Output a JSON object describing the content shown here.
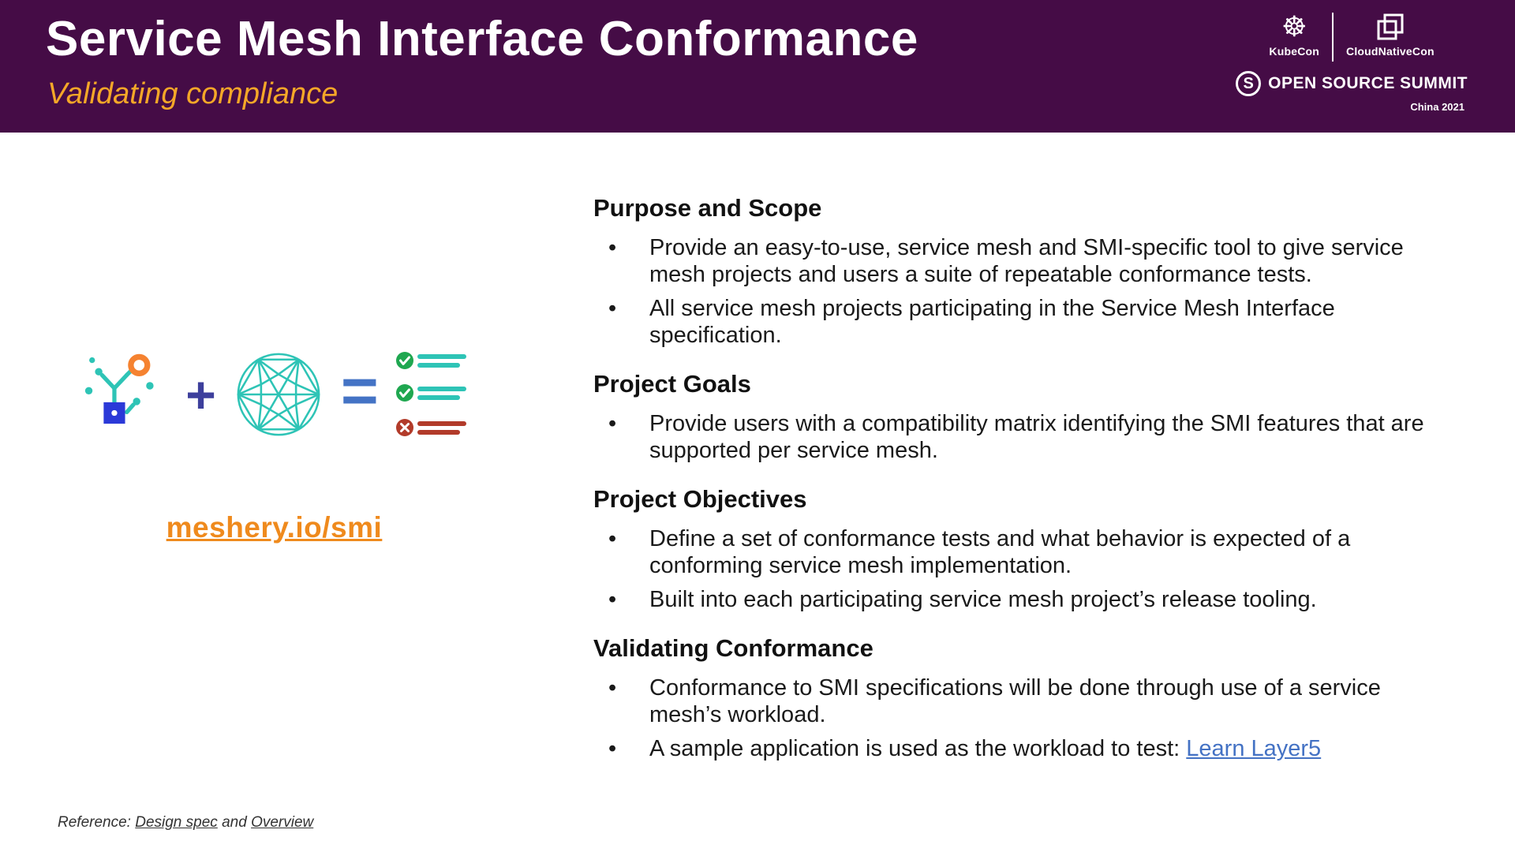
{
  "header": {
    "title": "Service Mesh Interface Conformance",
    "subtitle": "Validating compliance",
    "logos": {
      "kubecon": "KubeCon",
      "cloudnativecon": "CloudNativeCon",
      "summit": "OPEN SOURCE SUMMIT",
      "location": "China 2021"
    }
  },
  "icons": {
    "kubernetes-wheel-icon": "☸",
    "cloudnative-cube-icon": "overlapping-squares-shape",
    "summit-s-icon": "S",
    "network-graph-icon": "svg-network-graph",
    "plus-icon": "+",
    "mesh-sphere-icon": "svg-geodesic-sphere",
    "equals-icon": "=",
    "checklist-icon": "svg-check-cross-list"
  },
  "figure": {
    "link": "meshery.io/smi"
  },
  "sections": [
    {
      "heading": "Purpose and Scope",
      "bullets": [
        {
          "text": "Provide an easy-to-use, service mesh and SMI-specific tool to give service mesh projects and users a suite of repeatable conformance tests."
        },
        {
          "text": "All service mesh projects participating in the Service Mesh Interface specification."
        }
      ]
    },
    {
      "heading": "Project Goals",
      "bullets": [
        {
          "text": "Provide users with a compatibility matrix identifying the SMI features that are supported per service mesh."
        }
      ]
    },
    {
      "heading": "Project Objectives",
      "bullets": [
        {
          "text": "Define a set of conformance tests and what behavior is expected of a conforming service mesh implementation."
        },
        {
          "text": "Built into each participating service mesh project’s release tooling."
        }
      ]
    },
    {
      "heading": "Validating Conformance",
      "bullets": [
        {
          "text": "Conformance to SMI specifications will be done through use of a service mesh’s workload."
        },
        {
          "text": "A sample application is used as the workload to test: ",
          "link": "Learn Layer5"
        }
      ]
    }
  ],
  "footer": {
    "prefix": "Reference: ",
    "design_spec": "Design spec",
    "separator": " and ",
    "overview": "Overview"
  },
  "colors": {
    "header_bg": "#450c46",
    "accent_orange": "#f5a728",
    "link_orange": "#ef8a1d",
    "teal": "#2ec4b6",
    "green": "#1fa750",
    "red": "#b23b2a",
    "blue_link": "#4472c4",
    "plus_indigo": "#3d3f9c",
    "equals_blue": "#4473c5"
  }
}
